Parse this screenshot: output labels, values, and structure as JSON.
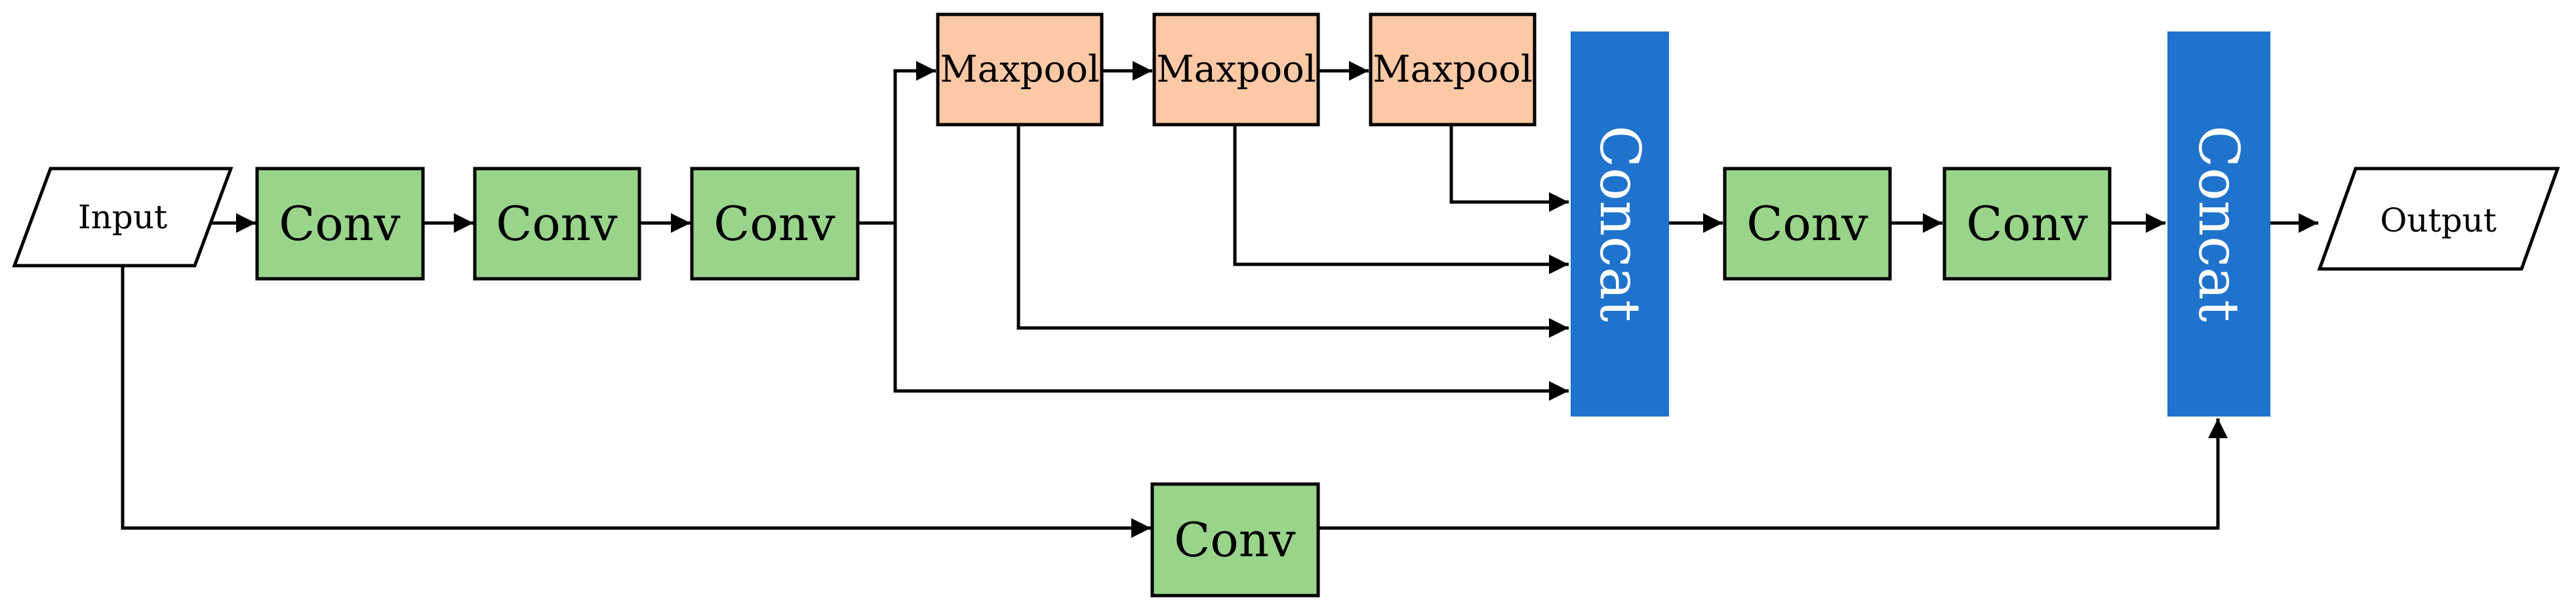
{
  "nodes": {
    "input": {
      "label": "Input"
    },
    "conv1": {
      "label": "Conv"
    },
    "conv2": {
      "label": "Conv"
    },
    "conv3": {
      "label": "Conv"
    },
    "maxpool1": {
      "label": "Maxpool"
    },
    "maxpool2": {
      "label": "Maxpool"
    },
    "maxpool3": {
      "label": "Maxpool"
    },
    "concat1": {
      "label": "Concat"
    },
    "conv4": {
      "label": "Conv"
    },
    "conv5": {
      "label": "Conv"
    },
    "concat2": {
      "label": "Concat"
    },
    "output": {
      "label": "Output"
    },
    "conv_skip": {
      "label": "Conv"
    }
  },
  "colors": {
    "conv": "#98d48a",
    "maxpool": "#fcc9a6",
    "concat": "#1f73cd"
  }
}
